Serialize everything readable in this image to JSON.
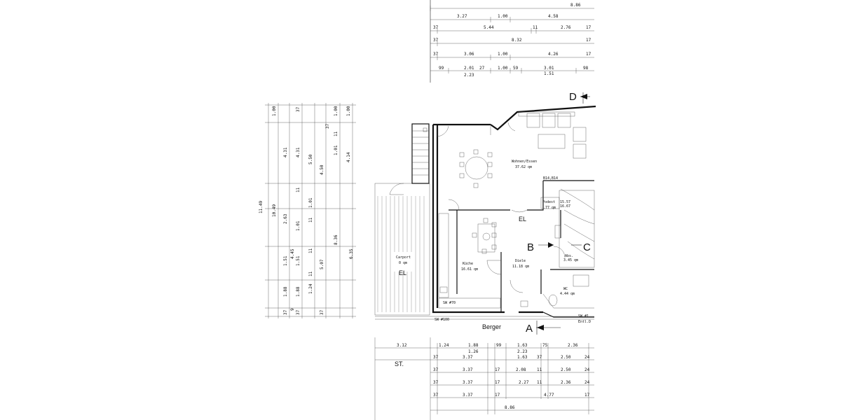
{
  "top_dimensions": {
    "overall_top": "8.86",
    "row1": [
      "3.27",
      "1.00",
      "4.58"
    ],
    "row2": [
      "37",
      "5.44",
      "11",
      "2.76",
      "17"
    ],
    "row3": [
      "37",
      "8.32",
      "17"
    ],
    "row4": [
      "37",
      "3.06",
      "1.00",
      "4.26",
      "17"
    ],
    "row5": [
      "99",
      "2.01",
      "27",
      "1.00",
      "59",
      "3.01",
      "98"
    ],
    "row6": [
      "2.23",
      "1.51"
    ]
  },
  "left_dimensions": {
    "col1": [
      "11.49"
    ],
    "col2": [
      "1.00",
      "4.31",
      "2.63",
      "1.51",
      "1.88",
      "37"
    ],
    "col3": [
      "10.49",
      "4.45",
      "9"
    ],
    "col4": [
      "37",
      "4.31",
      "11",
      "1.01",
      "1.51",
      "1.88",
      "37"
    ],
    "col5": [
      "5.50",
      "1.01",
      "11",
      "11",
      "11",
      "1.24"
    ],
    "col6": [
      "4.50",
      "5.07",
      "37"
    ],
    "col7": [
      "37",
      "1.00",
      "1.01",
      "11",
      "8.36"
    ],
    "col8": [
      "1.00",
      "4.14",
      "6.35"
    ]
  },
  "bottom_dimensions": {
    "row1": [
      "3.12",
      "1.24",
      "1.88",
      "99",
      "1.63",
      "75",
      "2.36"
    ],
    "row1b": [
      "1.26",
      "2.23"
    ],
    "row2": [
      "37",
      "3.37",
      "1.63",
      "37",
      "2.50",
      "24"
    ],
    "row3": [
      "37",
      "3.37",
      "17",
      "2.08",
      "11",
      "2.50",
      "24"
    ],
    "row4": [
      "37",
      "3.37",
      "17",
      "2.27",
      "11",
      "2.36",
      "24"
    ],
    "row5": [
      "37",
      "3.37",
      "17",
      "4.77",
      "17"
    ],
    "overall_bottom": "8.86"
  },
  "rooms": {
    "wohnen": {
      "name": "Wohnen/Essen",
      "area": "37.62 qm"
    },
    "kueche": {
      "name": "Küche",
      "area": "16.61 qm"
    },
    "diele": {
      "name": "Diele",
      "area": "11.18 qm"
    },
    "abst": {
      "name": "Abs.",
      "area": "3.45 qm"
    },
    "wc": {
      "name": "WC",
      "area": "4.44 qm"
    },
    "podest": {
      "name": "Podest",
      "area": ".77 qm"
    },
    "carport": {
      "name": "Carport",
      "area": "0 qm"
    }
  },
  "labels": {
    "el_main": "EL",
    "el_carport": "EL",
    "street": "Berger",
    "st": "ST.",
    "section_a": "A",
    "section_b": "B",
    "section_c": "C",
    "section_d": "D",
    "sw70": "SW #70",
    "sw100": "SW #100",
    "sw_right": "SW #1",
    "entl": "Entl.D",
    "b14": "B14,B14",
    "stair1": "15.57",
    "stair2": "16.67"
  }
}
